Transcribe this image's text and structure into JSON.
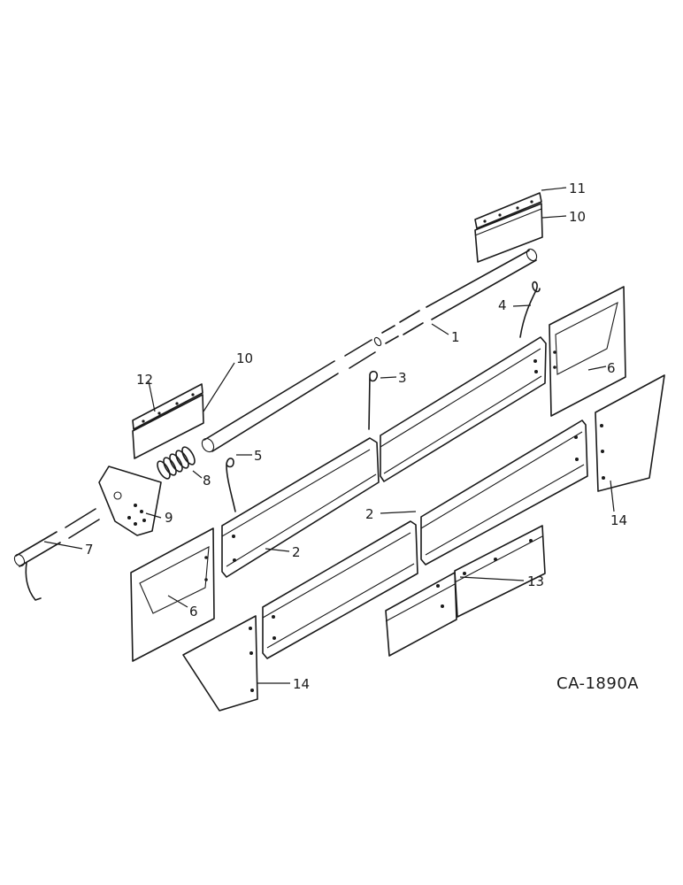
{
  "diagram": {
    "reference_code": "CA-1890A",
    "callouts": {
      "c1": "1",
      "c2a": "2",
      "c2b": "2",
      "c3": "3",
      "c4": "4",
      "c5": "5",
      "c6a": "6",
      "c6b": "6",
      "c7": "7",
      "c8": "8",
      "c9": "9",
      "c10a": "10",
      "c10b": "10",
      "c11": "11",
      "c12": "12",
      "c13": "13",
      "c14a": "14",
      "c14b": "14"
    }
  }
}
